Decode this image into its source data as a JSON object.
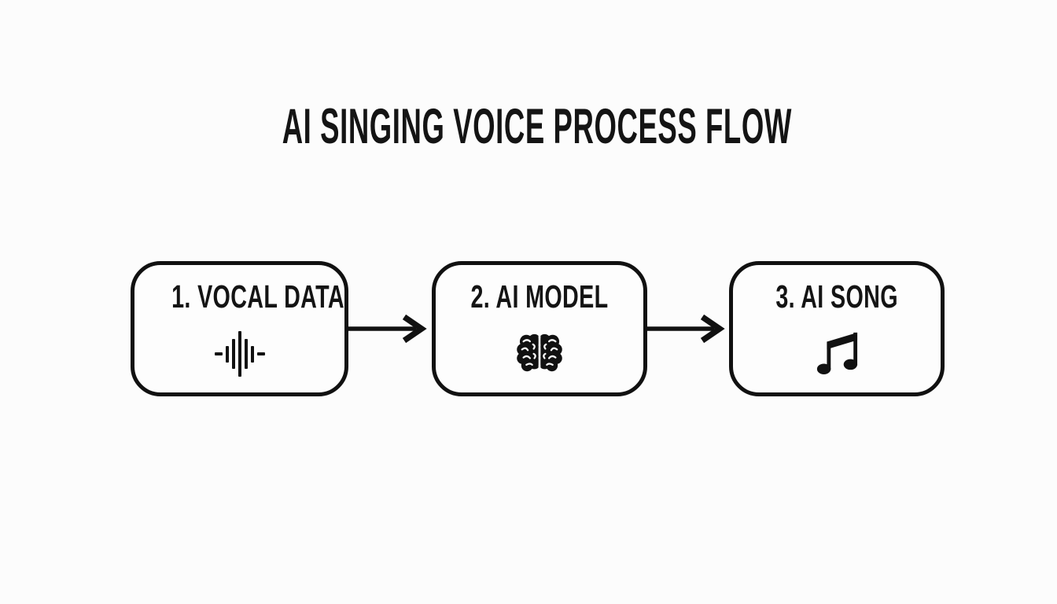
{
  "title": "AI SINGING VOICE PROCESS FLOW",
  "colors": {
    "background": "#fcfcfc",
    "ink": "#111111"
  },
  "flow": {
    "direction": "left-to-right",
    "steps": [
      {
        "number": "1",
        "label": "1. VOCAL DATA",
        "icon": "waveform-icon"
      },
      {
        "number": "2",
        "label": "2. AI MODEL",
        "icon": "brain-icon"
      },
      {
        "number": "3",
        "label": "3. AI SONG",
        "icon": "music-note-icon"
      }
    ],
    "connectors": [
      {
        "from": "1. VOCAL DATA",
        "to": "2. AI MODEL",
        "icon": "arrow-right-icon"
      },
      {
        "from": "2. AI MODEL",
        "to": "3. AI SONG",
        "icon": "arrow-right-icon"
      }
    ]
  }
}
